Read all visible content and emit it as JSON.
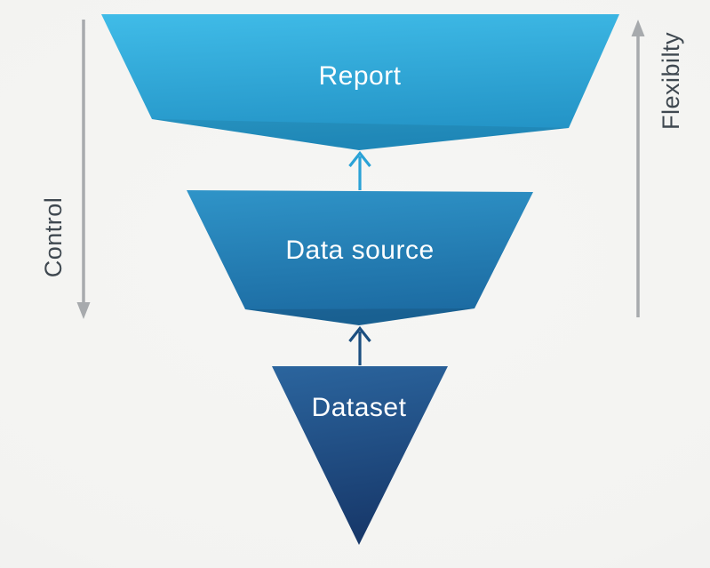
{
  "diagram": {
    "title_hint": "inverted funnel: dataset feeds data source feeds report",
    "levels": [
      {
        "label": "Report"
      },
      {
        "label": "Data source"
      },
      {
        "label": "Dataset"
      }
    ],
    "left_axis": {
      "label": "Control",
      "direction": "down"
    },
    "right_axis": {
      "label": "Flexibilty",
      "direction": "up"
    }
  },
  "colors": {
    "background": "#f4f4f2",
    "report_top": "#40bce8",
    "report_bottom": "#2292c5",
    "data_source_top": "#2f94c8",
    "data_source_bottom": "#1c6ba2",
    "dataset_top": "#2b659e",
    "dataset_bottom": "#17386a",
    "arrow_to_report": "#2aa2d6",
    "arrow_to_data_source": "#1c4f80",
    "axis_arrow": "#a7aaad",
    "axis_text": "#3f4850",
    "segment_label_text": "#ffffff"
  }
}
